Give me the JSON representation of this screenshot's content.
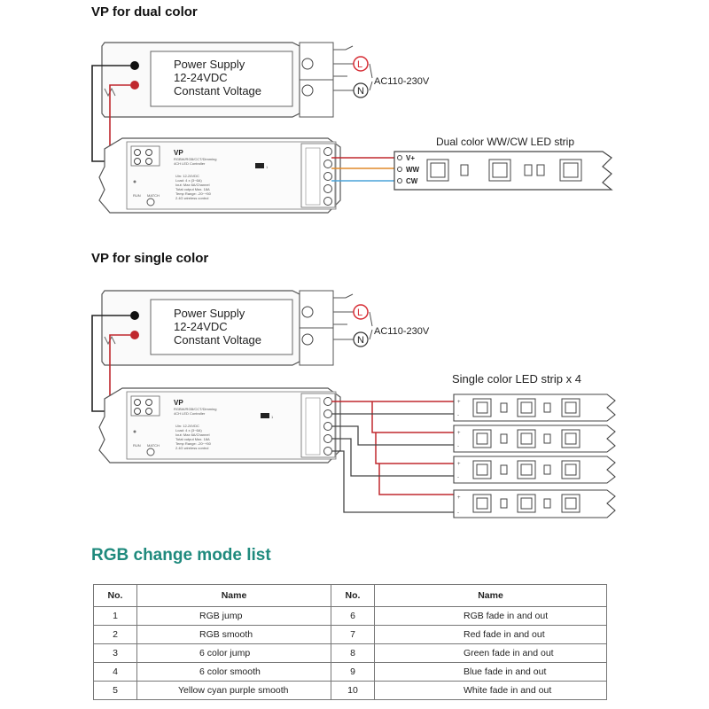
{
  "section1": {
    "title": "VP for dual color",
    "psu": {
      "line1": "Power Supply",
      "line2": "12-24VDC",
      "line3": "Constant Voltage"
    },
    "ac_label": "AC110-230V",
    "L": "L",
    "N": "N",
    "controller": {
      "name": "VP"
    },
    "strip_title": "Dual color WW/CW LED strip",
    "strip_pins": [
      "V+",
      "WW",
      "CW"
    ]
  },
  "section2": {
    "title": "VP for single color",
    "psu": {
      "line1": "Power Supply",
      "line2": "12-24VDC",
      "line3": "Constant Voltage"
    },
    "ac_label": "AC110-230V",
    "L": "L",
    "N": "N",
    "controller": {
      "name": "VP"
    },
    "strip_title": "Single color LED strip x 4"
  },
  "mode_list": {
    "title": "RGB change mode list",
    "headers": [
      "No.",
      "Name",
      "No.",
      "Name"
    ],
    "rows": [
      {
        "no1": "1",
        "name1": "RGB jump",
        "no2": "6",
        "name2": "RGB fade in and out"
      },
      {
        "no1": "2",
        "name1": "RGB smooth",
        "no2": "7",
        "name2": "Red fade in and out"
      },
      {
        "no1": "3",
        "name1": "6 color jump",
        "no2": "8",
        "name2": "Green fade in and out"
      },
      {
        "no1": "4",
        "name1": "6 color smooth",
        "no2": "9",
        "name2": "Blue fade in and out"
      },
      {
        "no1": "5",
        "name1": "Yellow cyan purple smooth",
        "no2": "10",
        "name2": "White fade in and out"
      }
    ]
  },
  "colors": {
    "red_wire": "#c0282e",
    "black_wire": "#222222",
    "orange_wire": "#e08a2a",
    "blue_wire": "#4aa3d8",
    "title_teal": "#1f8a7d",
    "L_circle": "#d62b33"
  }
}
